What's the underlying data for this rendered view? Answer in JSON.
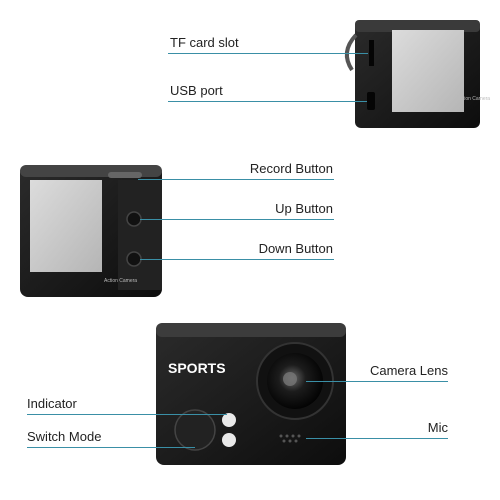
{
  "labels": {
    "tf_card_slot": "TF card slot",
    "usb_port": "USB port",
    "record_button": "Record Button",
    "up_button": "Up Button",
    "down_button": "Down Button",
    "camera_lens": "Camera Lens",
    "indicator": "Indicator",
    "switch_mode": "Switch Mode",
    "mic": "Mic"
  },
  "device_text": {
    "brand": "SPORTS",
    "screen_label": "Action Camera"
  },
  "colors": {
    "leader_line": "#3a8fa6",
    "camera_body": "#1a1a1a",
    "screen": "#c8c8c8"
  }
}
